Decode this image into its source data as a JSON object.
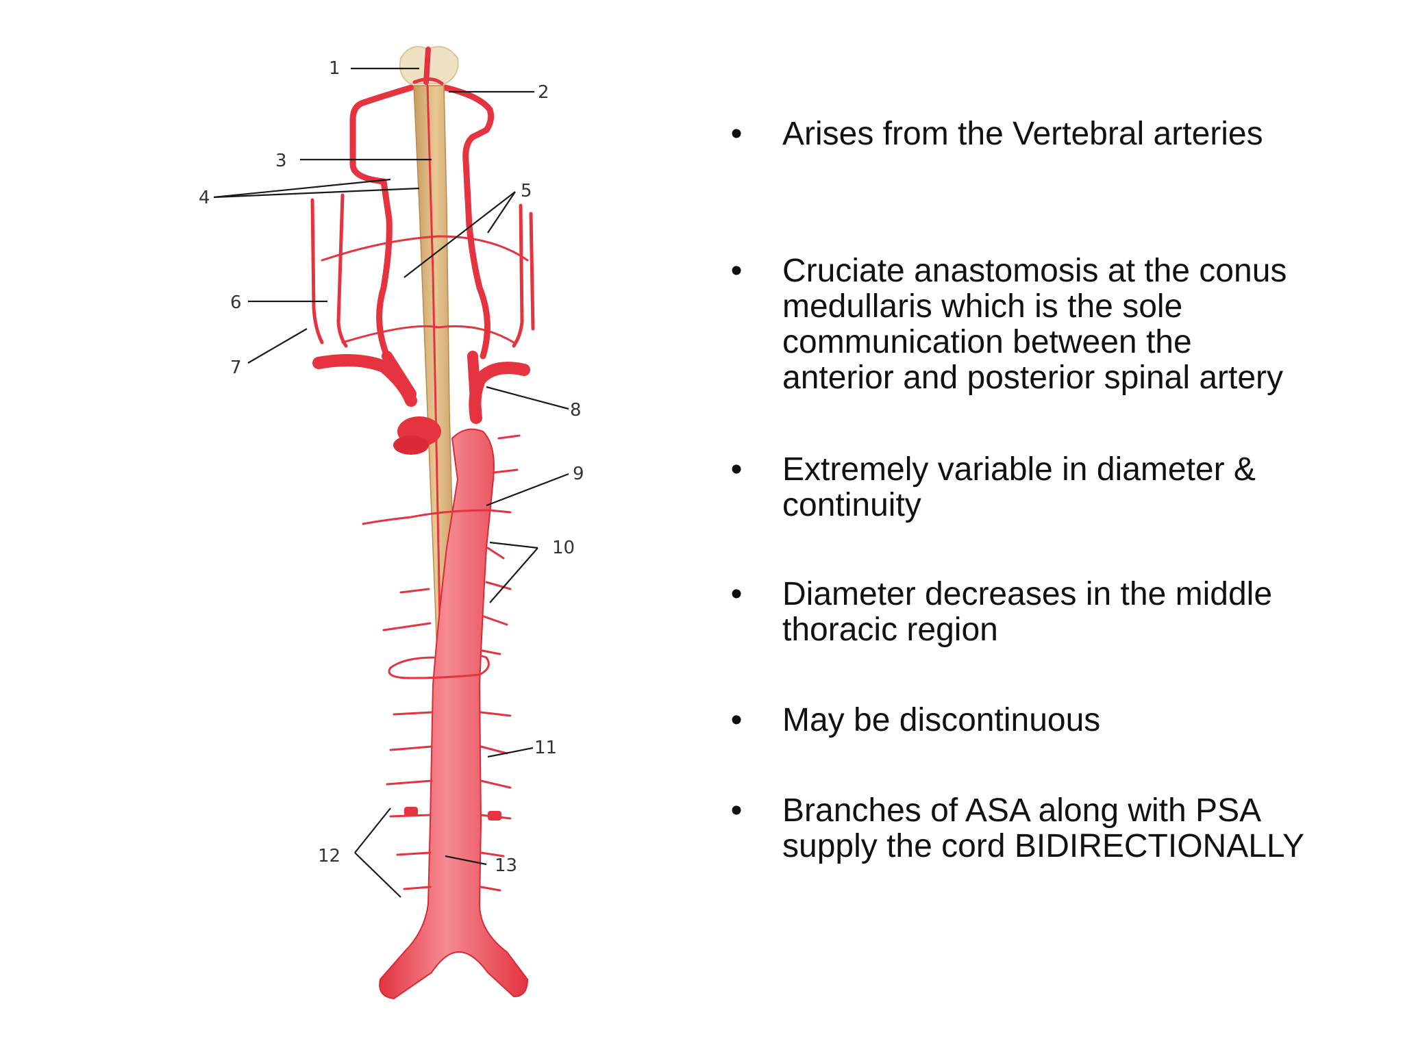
{
  "diagram": {
    "labels": [
      "1",
      "2",
      "3",
      "4",
      "5",
      "6",
      "7",
      "8",
      "9",
      "10",
      "11",
      "12",
      "13"
    ],
    "colors": {
      "artery": "#e5333f",
      "artery_highlight": "#f7a0a6",
      "spinal_cord": "#d7b07e",
      "brainstem": "#efe2c2",
      "leader_line": "#1a1a1a"
    }
  },
  "bullets": {
    "symbol": "•",
    "items": [
      {
        "text": "Arises from the Vertebral arteries"
      },
      {
        "text": " Cruciate anastomosis at the conus\nmedullaris which is the sole\ncommunication between the\nanterior and posterior spinal artery"
      },
      {
        "text": "Extremely variable in diameter &\ncontinuity"
      },
      {
        "text": " Diameter decreases in the middle\nthoracic  region"
      },
      {
        "text": " May be discontinuous"
      },
      {
        "text": " Branches of ASA along with PSA\nsupply the cord BIDIRECTIONALLY"
      }
    ]
  }
}
